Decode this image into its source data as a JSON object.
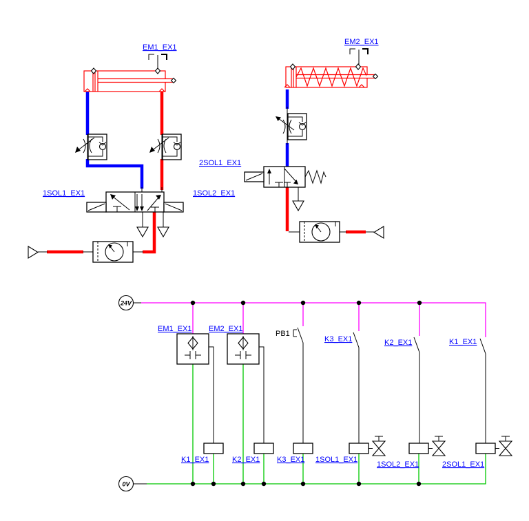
{
  "colors": {
    "pressure": "#ff0000",
    "exhaust": "#0000ff",
    "rail24": "#ff00ff",
    "rail0": "#00c800",
    "link": "#0000ff",
    "wire": "#000000",
    "compred": "#ff0000"
  },
  "pneumatic": {
    "cylinder1_sensor_label": "EM1_EX1",
    "cylinder2_sensor_label": "EM2_EX1",
    "valve1_left_solenoid_label": "1SOL1_EX1",
    "valve1_right_solenoid_label": "1SOL2_EX1",
    "valve2_solenoid_label": "2SOL1_EX1"
  },
  "ladder": {
    "top_rail_label": "24V",
    "bottom_rail_label": "0V",
    "sensor1_label": "EM1_EX1",
    "sensor2_label": "EM2_EX1",
    "pushbutton_label": "PB1",
    "contact_k3_label": "K3_EX1",
    "contact_k2_label": "K2_EX1",
    "contact_k1_label": "K1_EX1",
    "coil_k1_label": "K1_EX1",
    "coil_k2_label": "K2_EX1",
    "coil_k3_label": "K3_EX1",
    "coil_sol11_label": "1SOL1_EX1",
    "coil_sol12_label": "1SOL2_EX1",
    "coil_sol21_label": "2SOL1_EX1"
  }
}
